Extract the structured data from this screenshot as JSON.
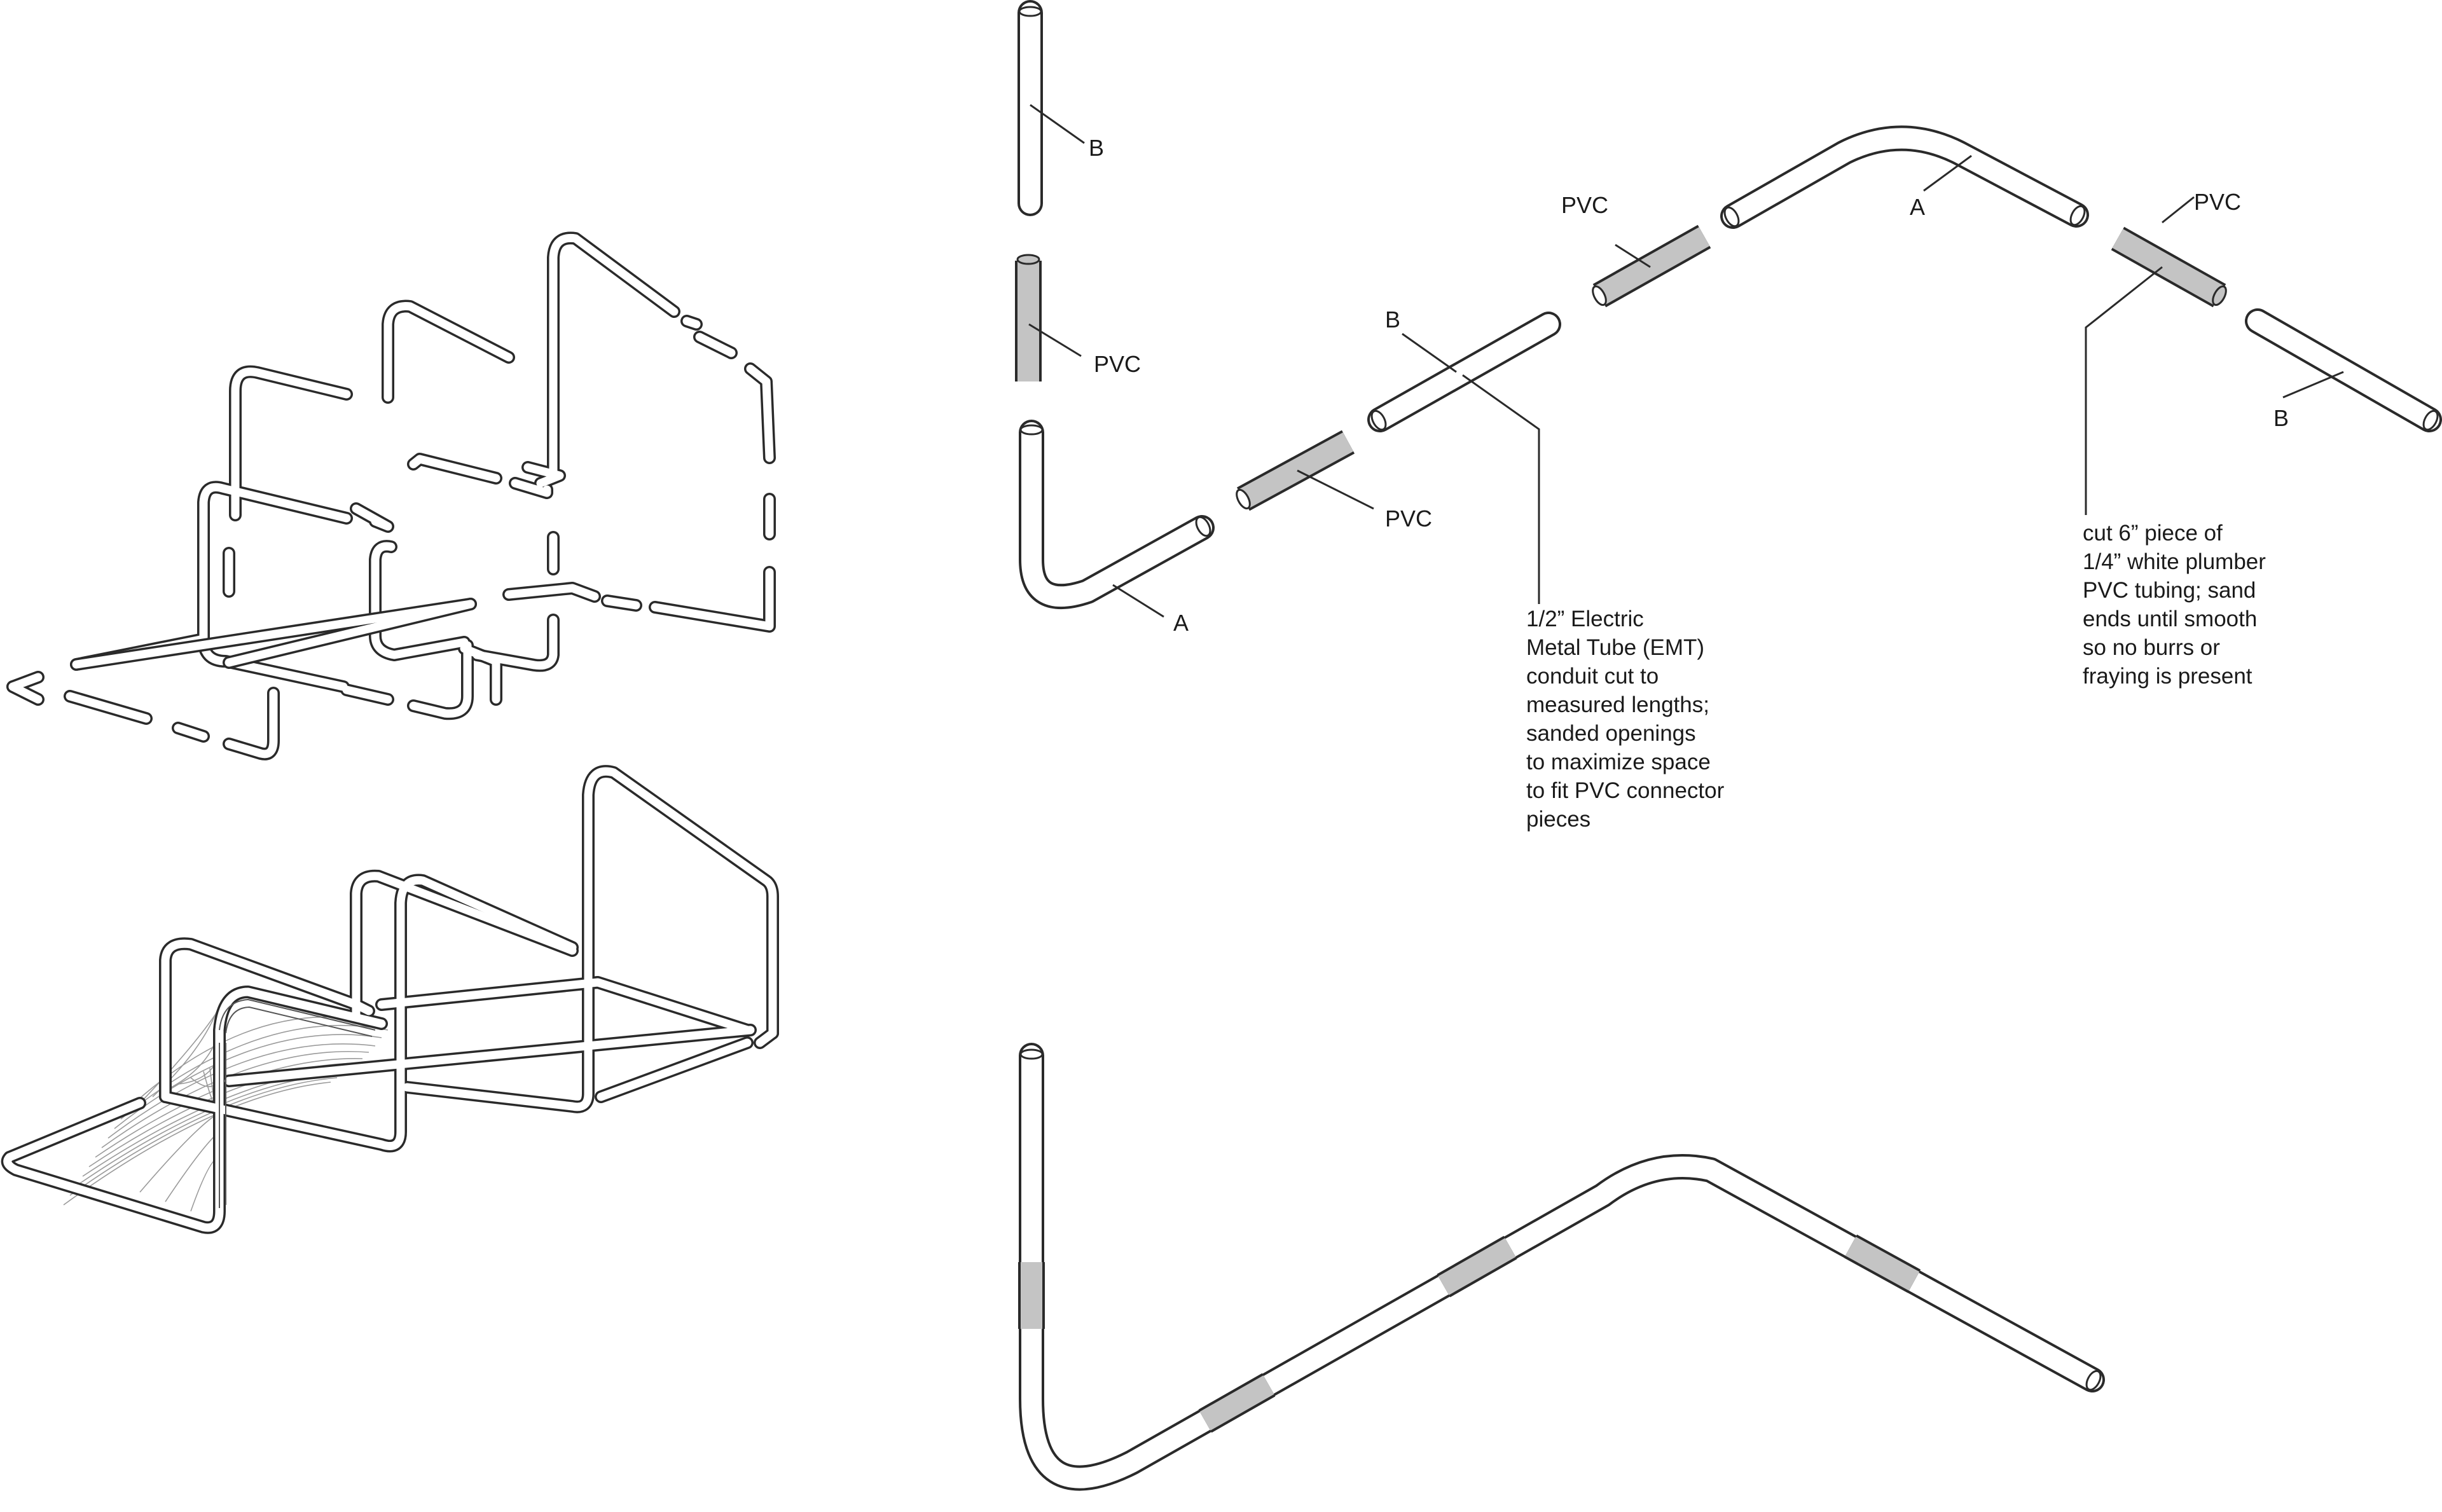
{
  "labels": {
    "b_top": "B",
    "pvc_left": "PVC",
    "a_elbow": "A",
    "pvc_center_low": "PVC",
    "b_center": "B",
    "pvc_center_high": "PVC",
    "a_top": "A",
    "pvc_right": "PVC",
    "b_right": "B"
  },
  "notes": {
    "emt": [
      "1/2” Electric",
      "Metal Tube (EMT)",
      "conduit cut to",
      "measured lengths;",
      "sanded openings",
      "to maximize space",
      "to fit PVC connector",
      "pieces"
    ],
    "pvc": [
      "cut 6” piece of",
      "1/4” white plumber",
      "PVC tubing; sand",
      "ends until smooth",
      "so no burrs or",
      "fraying is present"
    ]
  },
  "colors": {
    "line": "#2a2a2a",
    "pvc_fill": "#c4c4c4",
    "background": "#ffffff"
  }
}
